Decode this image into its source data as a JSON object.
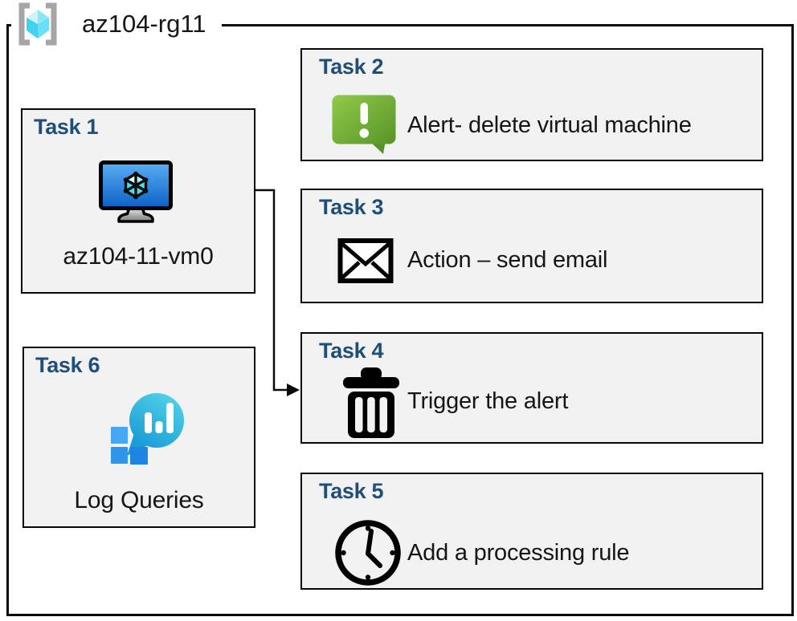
{
  "diagram": {
    "resource_group": {
      "label": "az104-rg11",
      "icon": "resource-group-icon"
    },
    "tasks": [
      {
        "title": "Task 1",
        "label": "az104-11-vm0",
        "icon": "virtual-machine-icon"
      },
      {
        "title": "Task 2",
        "label": "Alert- delete virtual machine",
        "icon": "alert-speech-bubble-icon"
      },
      {
        "title": "Task 3",
        "label": "Action – send email",
        "icon": "email-envelope-icon"
      },
      {
        "title": "Task 4",
        "label": "Trigger the alert",
        "icon": "trash-can-icon"
      },
      {
        "title": "Task 5",
        "label": "Add a processing rule",
        "icon": "clock-icon"
      },
      {
        "title": "Task 6",
        "label": "Log Queries",
        "icon": "log-analytics-icon"
      }
    ],
    "connector": {
      "from": "Task 1 virtual machine",
      "to": "Task 4"
    },
    "colors": {
      "task_title_blue": "#1f4e79",
      "box_fill": "#f2f2f2",
      "box_border": "#000000",
      "alert_green_light": "#90cb4a",
      "alert_green_dark": "#579427",
      "vm_screen_blue_light": "#5caef2",
      "vm_screen_blue_dark": "#0a60c8",
      "rg_cube_cyan": "#50dcf2",
      "rg_bracket_gray": "#a6a6a6",
      "log_teal_light": "#52d2e8",
      "log_teal_dark": "#189bd6",
      "log_square_blue": "#2d95ea"
    }
  }
}
